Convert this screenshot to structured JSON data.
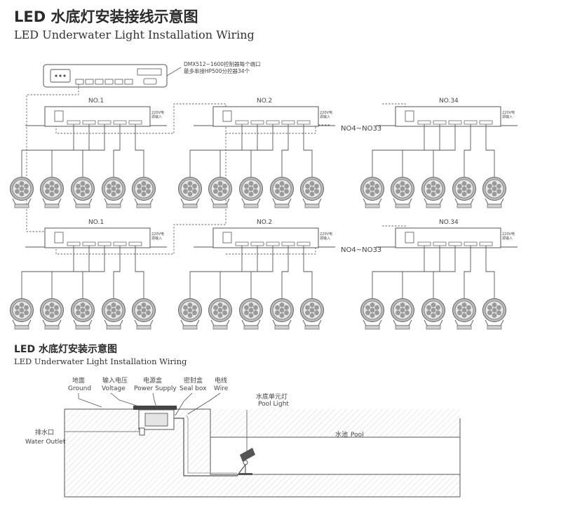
{
  "header": {
    "title_cn": "LED 水底灯安装接线示意图",
    "title_en": "LED Underwater Light Installation Wiring"
  },
  "wiring": {
    "controller_note_line1": "DMX512~1600控制器每个端口",
    "controller_note_line2": "最多串接HP500分控器34个",
    "groups": [
      {
        "label": "NO.1"
      },
      {
        "label": "NO.2"
      },
      {
        "label": "NO.34"
      }
    ],
    "range_label": "NO4~NO33",
    "power_label_line1": "220V电",
    "power_label_line2": "源输入"
  },
  "install": {
    "title_cn": "LED 水底灯安装示意图",
    "title_en": "LED Underwater Light Installation Wiring",
    "labels": {
      "ground_cn": "地面",
      "ground_en": "Ground",
      "voltage_cn": "输入电压",
      "voltage_en": "Voltage",
      "power_cn": "电源盒",
      "power_en": "Power Supply",
      "seal_cn": "密封盒",
      "seal_en": "Seal box",
      "wire_cn": "电线",
      "wire_en": "Wire",
      "pool_light_cn": "水底单元灯",
      "pool_light_en": "Pool Light",
      "outlet_cn": "排水口",
      "outlet_en": "Water Outlet",
      "pool_cn": "水池",
      "pool_en": "Pool"
    }
  }
}
